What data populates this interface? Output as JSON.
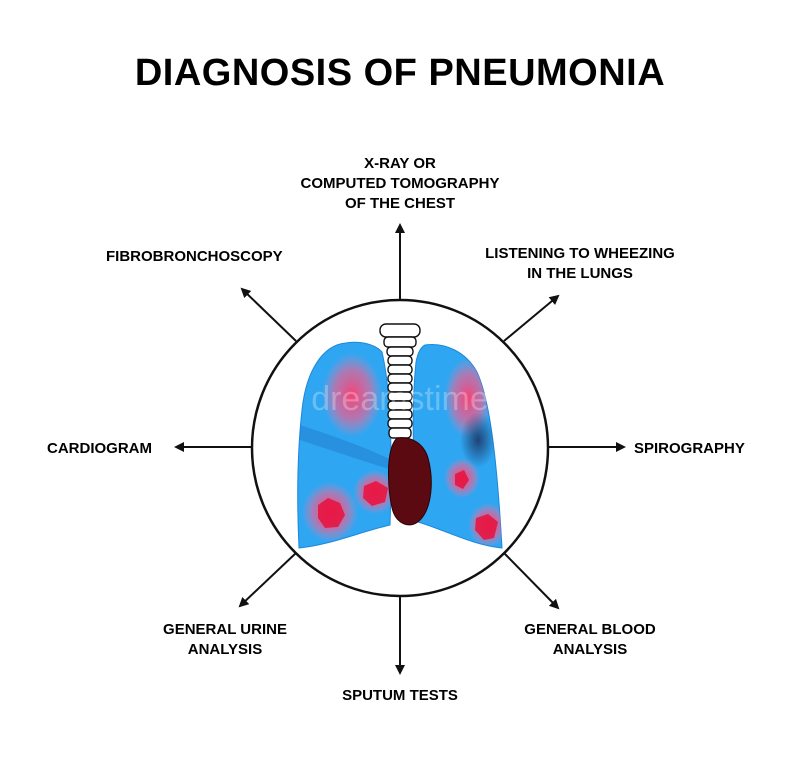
{
  "title": "DIAGNOSIS OF PNEUMONIA",
  "watermark": "dreamstime",
  "labels": {
    "xray": [
      "X-RAY OR",
      "COMPUTED TOMOGRAPHY",
      "OF THE CHEST"
    ],
    "fibro": "FIBROBRONCHOSCOPY",
    "listening": [
      "LISTENING TO WHEEZING",
      "IN THE LUNGS"
    ],
    "cardiogram": "CARDIOGRAM",
    "spirography": "SPIROGRAPHY",
    "urine": [
      "GENERAL URINE",
      "ANALYSIS"
    ],
    "blood": [
      "GENERAL BLOOD",
      "ANALYSIS"
    ],
    "sputum": "SPUTUM TESTS"
  },
  "colors": {
    "lung": "#2fa6f2",
    "lungEdge": "#1e87d8",
    "inflammation": "#ff4d7a",
    "heart": "#5a0a10",
    "arrow": "#111111"
  },
  "icons": [
    "lungs-icon",
    "trachea-icon",
    "heart-icon",
    "arrow-icon"
  ]
}
